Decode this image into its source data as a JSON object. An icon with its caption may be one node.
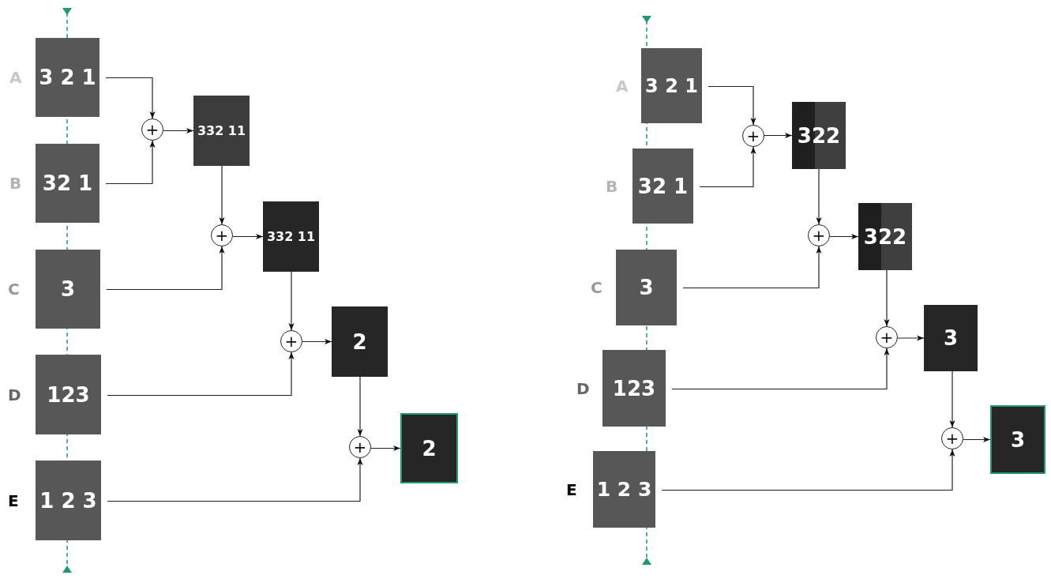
{
  "diagram": {
    "nodes": [
      {
        "text": [
          "3 2 1"
        ],
        "beside": [
          "A"
        ]
      },
      {
        "text": [
          "32 1"
        ],
        "beside": [
          "B"
        ]
      },
      {
        "text": [
          "3"
        ],
        "beside": [
          "C"
        ]
      },
      {
        "text": [
          "123"
        ],
        "beside": [
          "D"
        ]
      },
      {
        "text": [
          "1 2 3"
        ],
        "beside": [
          "E"
        ]
      },
      {
        "text": [
          "+"
        ]
      },
      {
        "text": [
          "332 11"
        ]
      },
      {
        "text": [
          "+"
        ]
      },
      {
        "text": [
          "332 11"
        ]
      },
      {
        "text": [
          "+"
        ]
      },
      {
        "text": [
          "2"
        ]
      },
      {
        "text": [
          "+"
        ]
      },
      {
        "text": [
          "2"
        ]
      },
      {
        "text": [
          "3 2 1"
        ],
        "beside": [
          "A"
        ]
      },
      {
        "text": [
          "32 1"
        ],
        "beside": [
          "B"
        ]
      },
      {
        "text": [
          "3"
        ],
        "beside": [
          "C"
        ]
      },
      {
        "text": [
          "123"
        ],
        "beside": [
          "D"
        ]
      },
      {
        "text": [
          "1 2 3"
        ],
        "beside": [
          "E"
        ]
      },
      {
        "text": [
          "+"
        ]
      },
      {
        "text": [
          "322"
        ]
      },
      {
        "text": [
          "+"
        ]
      },
      {
        "text": [
          "322"
        ]
      },
      {
        "text": [
          "+"
        ]
      },
      {
        "text": [
          "3"
        ]
      },
      {
        "text": [
          "+"
        ]
      },
      {
        "text": [
          "3"
        ]
      }
    ],
    "edges": [
      {
        "from": 0,
        "to": 5,
        "arrow": "to"
      },
      {
        "from": 1,
        "to": 5,
        "arrow": "to"
      },
      {
        "from": 5,
        "to": 6,
        "arrow": "to"
      },
      {
        "from": 6,
        "to": 7,
        "arrow": "to"
      },
      {
        "from": 2,
        "to": 7,
        "arrow": "to"
      },
      {
        "from": 7,
        "to": 8,
        "arrow": "to"
      },
      {
        "from": 8,
        "to": 9,
        "arrow": "to"
      },
      {
        "from": 3,
        "to": 9,
        "arrow": "to"
      },
      {
        "from": 9,
        "to": 10,
        "arrow": "to"
      },
      {
        "from": 10,
        "to": 11,
        "arrow": "to"
      },
      {
        "from": 4,
        "to": 11,
        "arrow": "to"
      },
      {
        "from": 11,
        "to": 12,
        "arrow": "to"
      },
      {
        "from": 13,
        "to": 18,
        "arrow": "to"
      },
      {
        "from": 14,
        "to": 18,
        "arrow": "to"
      },
      {
        "from": 18,
        "to": 19,
        "arrow": "to"
      },
      {
        "from": 19,
        "to": 20,
        "arrow": "to"
      },
      {
        "from": 15,
        "to": 20,
        "arrow": "to"
      },
      {
        "from": 20,
        "to": 21,
        "arrow": "to"
      },
      {
        "from": 21,
        "to": 22,
        "arrow": "to"
      },
      {
        "from": 16,
        "to": 22,
        "arrow": "to"
      },
      {
        "from": 22,
        "to": 23,
        "arrow": "to"
      },
      {
        "from": 23,
        "to": 24,
        "arrow": "to"
      },
      {
        "from": 17,
        "to": 24,
        "arrow": "to"
      },
      {
        "from": 24,
        "to": 25,
        "arrow": "to"
      }
    ]
  }
}
